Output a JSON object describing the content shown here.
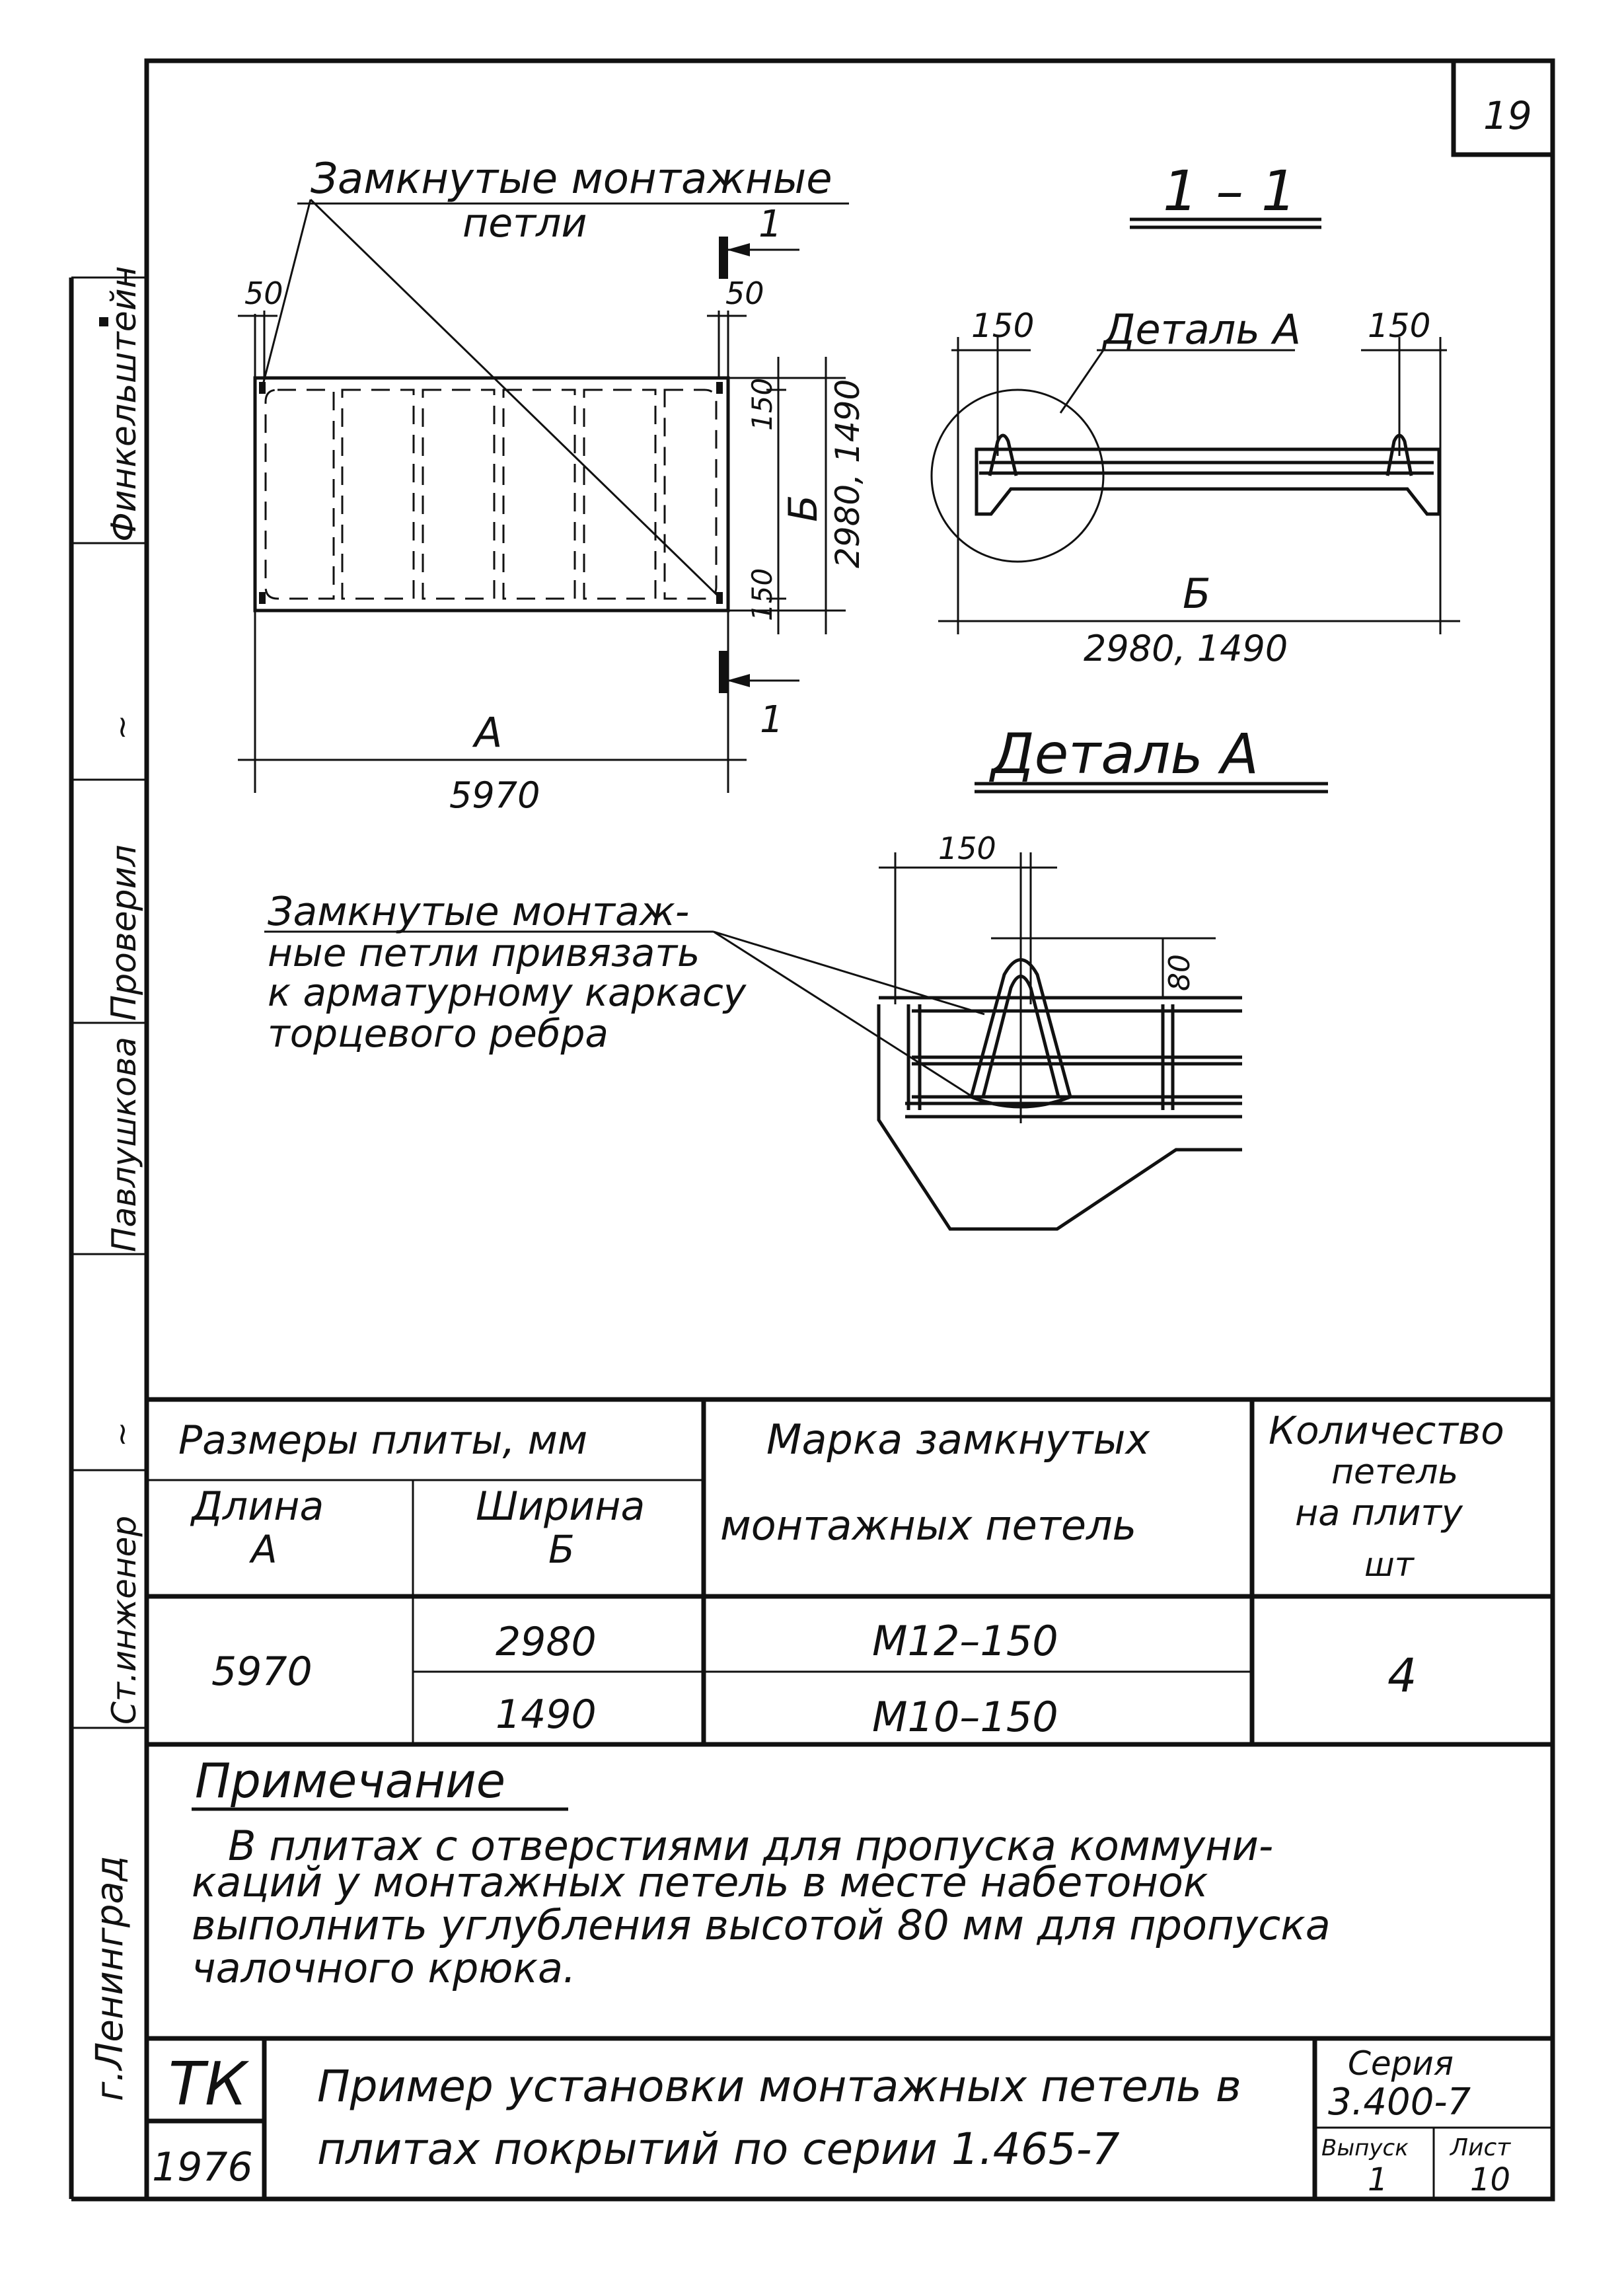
{
  "sheet_number": "19",
  "plan": {
    "loops_label_line1": "Замкнутые монтажные",
    "loops_label_line2": "петли",
    "dim_50_left": "50",
    "dim_50_right": "50",
    "dim_150_top": "150",
    "dim_150_bottom": "150",
    "dim_B_letter": "Б",
    "dim_B_value": "2980, 1490",
    "dim_A_letter": "А",
    "dim_A_value": "5970",
    "cut_mark_top": "1",
    "cut_mark_bottom": "1"
  },
  "section": {
    "title": "1 – 1",
    "detail_label": "Деталь А",
    "dim_150_left": "150",
    "dim_150_right": "150",
    "dim_B_letter": "Б",
    "dim_B_value": "2980, 1490"
  },
  "detail": {
    "title": "Деталь А",
    "dim_150": "150",
    "dim_80": "80",
    "note_line1": "Замкнутые монтаж-",
    "note_line2": "ные петли привязать",
    "note_line3": "к арматурному каркасу",
    "note_line4": "торцевого ребра"
  },
  "table": {
    "header_sizes": "Размеры плиты, мм",
    "header_length": "Длина",
    "header_length_sym": "А",
    "header_width": "Ширина",
    "header_width_sym": "Б",
    "header_mark_line1": "Марка замкнутых",
    "header_mark_line2": "монтажных петель",
    "header_qty_line1": "Количество",
    "header_qty_line2": "петель",
    "header_qty_line3": "на плиту",
    "header_qty_line4": "шт",
    "length_value": "5970",
    "rows": [
      {
        "width": "2980",
        "mark": "М12–150"
      },
      {
        "width": "1490",
        "mark": "М10–150"
      }
    ],
    "qty_value": "4"
  },
  "note": {
    "title": "Примечание",
    "line1": "В плитах с отверстиями для пропуска коммуни-",
    "line2": "каций у монтажных петель в месте набетонок",
    "line3": "выполнить углубления высотой 80 мм для пропуска",
    "line4": "чалочного крюка."
  },
  "title_block": {
    "org": "ТК",
    "year": "1976",
    "title_line1": "Пример установки монтажных петель в",
    "title_line2": "плитах покрытий по серии 1.465-7",
    "series_label": "Серия",
    "series_value": "3.400-7",
    "issue_label": "Выпуск",
    "issue_value": "1",
    "sheet_label": "Лист",
    "sheet_value": "10"
  },
  "side_stamp": {
    "finkelshtein": "Финкельштейн",
    "checked": "Проверил",
    "pavlushkova": "Павлушкова",
    "senior_engineer": "Ст.инженер",
    "city": "г.Ленинград"
  }
}
